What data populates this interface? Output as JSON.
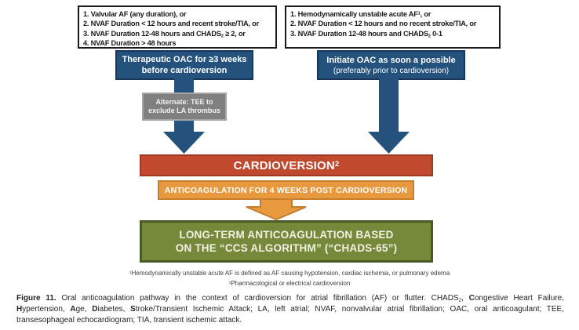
{
  "palette": {
    "navy": "#24527C",
    "navy_border": "#16365C",
    "gray": "#808080",
    "gray_border": "#A6A6A6",
    "red": "#C0492E",
    "red_border": "#9E3922",
    "orange": "#E9993D",
    "orange_border": "#C67E2F",
    "green": "#76893B",
    "green_border": "#4A5A25",
    "black": "#1A1A1A"
  },
  "criteria_left": {
    "lines": [
      [
        {
          "t": "1. Valvular AF (any duration), or"
        }
      ],
      [
        {
          "t": "2. NVAF Duration < 12 hours and recent stroke/TIA, or"
        }
      ],
      [
        {
          "t": "3. NVAF Duration 12-48 hours and CHADS"
        },
        {
          "t": "2",
          "v": "sub"
        },
        {
          "t": " ≥ 2, or"
        }
      ],
      [
        {
          "t": "4. NVAF Duration > 48 hours"
        }
      ]
    ]
  },
  "criteria_right": {
    "lines": [
      [
        {
          "t": "1. Hemodynamically unstable acute AF"
        },
        {
          "t": "1",
          "v": "sup"
        },
        {
          "t": ", or"
        }
      ],
      [
        {
          "t": "2. NVAF Duration < 12 hours and no recent stroke/TIA, or"
        }
      ],
      [
        {
          "t": "3. NVAF Duration 12-48 hours and CHADS"
        },
        {
          "t": "2",
          "v": "sub"
        },
        {
          "t": " 0-1"
        }
      ]
    ]
  },
  "oac_before_box": {
    "line1": "Therapeutic OAC for ≥3 weeks",
    "line2": "before cardioversion"
  },
  "oac_initiate_box": {
    "line1": "Initiate OAC as soon a possible",
    "line2": "(preferably prior to cardioversion)"
  },
  "tee_box": {
    "line1": "Alternate: TEE to",
    "line2": "exclude LA thrombus"
  },
  "cardioversion_box": {
    "rich": [
      {
        "t": "CARDIOVERSION"
      },
      {
        "t": "2",
        "v": "sup"
      }
    ]
  },
  "post_box": {
    "label": "ANTICOAGULATION FOR 4 WEEKS POST CARDIOVERSION"
  },
  "longterm_box": {
    "line1": "LONG-TERM ANTICOAGULATION BASED",
    "line2": "ON THE “CCS ALGORITHM” (“CHADS-65”)"
  },
  "footnotes": {
    "line1": [
      {
        "t": "1",
        "v": "sup"
      },
      {
        "t": "Hemodynamically unstable acute AF is defined as AF causing hypotension, cardiac ischemia, or pulmonary edema"
      }
    ],
    "line2": [
      {
        "t": "2",
        "v": "sup"
      },
      {
        "t": "Pharmacological or electrical cardioversion"
      }
    ]
  },
  "caption": {
    "line1": [
      {
        "t": "Figure 11.",
        "b": true
      },
      {
        "t": " Oral anticoagulation pathway in the context of cardioversion for atrial fibrillation (AF) or flutter. CHADS"
      },
      {
        "t": "2",
        "v": "sub"
      },
      {
        "t": ", "
      },
      {
        "t": "C",
        "b": true
      },
      {
        "t": "ongestive Heart Failure,"
      }
    ],
    "line2": [
      {
        "t": "H",
        "b": true
      },
      {
        "t": "ypertension, "
      },
      {
        "t": "A",
        "b": true
      },
      {
        "t": "ge, "
      },
      {
        "t": "D",
        "b": true
      },
      {
        "t": "iabetes, "
      },
      {
        "t": "S",
        "b": true
      },
      {
        "t": "troke/Transient Ischemic Attack; LA, left atrial; NVAF, nonvalvular atrial fibrillation; OAC, oral anticoagulant; TEE,"
      }
    ],
    "line3": [
      {
        "t": "transesophageal echocardiogram; TIA, transient ischemic attack."
      }
    ]
  }
}
